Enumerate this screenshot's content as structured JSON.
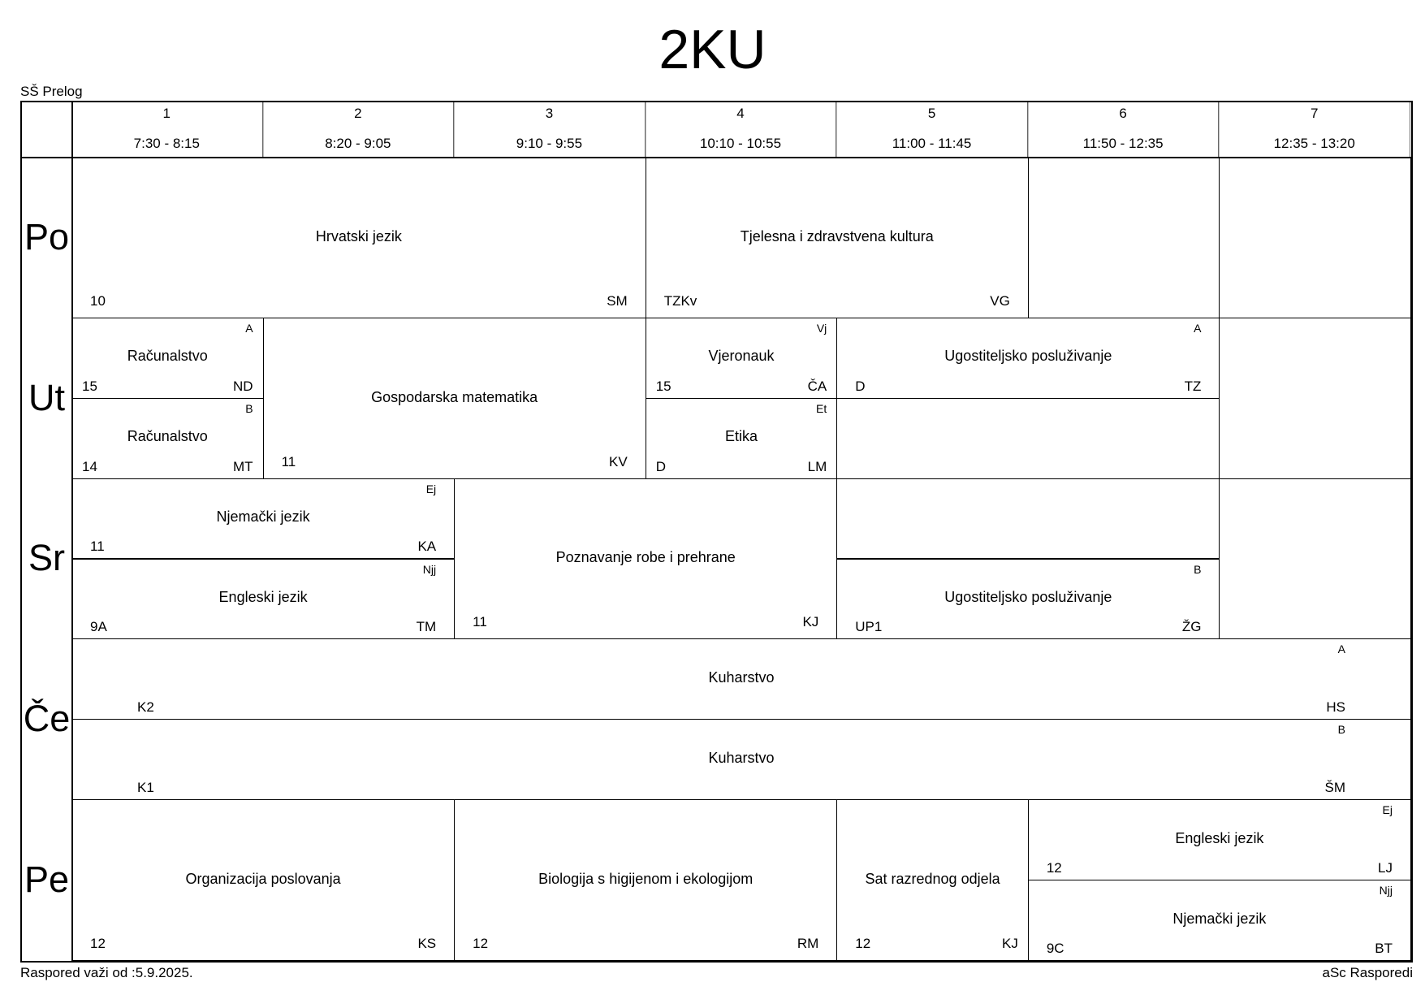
{
  "title": "2KU",
  "school": "SŠ Prelog",
  "footer_left": "Raspored važi od :5.9.2025.",
  "footer_right": "aSc Rasporedi",
  "periods": [
    {
      "num": "1",
      "time": "7:30 - 8:15"
    },
    {
      "num": "2",
      "time": "8:20 - 9:05"
    },
    {
      "num": "3",
      "time": "9:10 - 9:55"
    },
    {
      "num": "4",
      "time": "10:10 - 10:55"
    },
    {
      "num": "5",
      "time": "11:00 - 11:45"
    },
    {
      "num": "6",
      "time": "11:50 - 12:35"
    },
    {
      "num": "7",
      "time": "12:35 - 13:20"
    }
  ],
  "days": [
    "Po",
    "Ut",
    "Sr",
    "Če",
    "Pe"
  ],
  "lessons": [
    {
      "day": 0,
      "start": 1,
      "span": 3,
      "half": "full",
      "subject": "Hrvatski jezik",
      "room": "10",
      "teacher": "SM",
      "group": ""
    },
    {
      "day": 0,
      "start": 4,
      "span": 2,
      "half": "full",
      "subject": "Tjelesna i zdravstvena kultura",
      "room": "TZKv",
      "teacher": "VG",
      "group": ""
    },
    {
      "day": 0,
      "start": 6,
      "span": 1,
      "half": "full",
      "subject": "",
      "room": "",
      "teacher": "",
      "group": ""
    },
    {
      "day": 0,
      "start": 7,
      "span": 1,
      "half": "full",
      "subject": "",
      "room": "",
      "teacher": "",
      "group": ""
    },
    {
      "day": 1,
      "start": 1,
      "span": 1,
      "half": "top",
      "subject": "Računalstvo",
      "room": "15",
      "teacher": "ND",
      "group": "A"
    },
    {
      "day": 1,
      "start": 1,
      "span": 1,
      "half": "bottom",
      "subject": "Računalstvo",
      "room": "14",
      "teacher": "MT",
      "group": "B"
    },
    {
      "day": 1,
      "start": 2,
      "span": 2,
      "half": "full",
      "subject": "Gospodarska matematika",
      "room": "11",
      "teacher": "KV",
      "group": ""
    },
    {
      "day": 1,
      "start": 4,
      "span": 1,
      "half": "top",
      "subject": "Vjeronauk",
      "room": "15",
      "teacher": "ČA",
      "group": "Vj"
    },
    {
      "day": 1,
      "start": 4,
      "span": 1,
      "half": "bottom",
      "subject": "Etika",
      "room": "D",
      "teacher": "LM",
      "group": "Et"
    },
    {
      "day": 1,
      "start": 5,
      "span": 2,
      "half": "top",
      "subject": "Ugostiteljsko posluživanje",
      "room": "D",
      "teacher": "TZ",
      "group": "A"
    },
    {
      "day": 1,
      "start": 5,
      "span": 2,
      "half": "bottom",
      "subject": "",
      "room": "",
      "teacher": "",
      "group": ""
    },
    {
      "day": 1,
      "start": 7,
      "span": 1,
      "half": "full",
      "subject": "",
      "room": "",
      "teacher": "",
      "group": ""
    },
    {
      "day": 2,
      "start": 1,
      "span": 2,
      "half": "top",
      "subject": "Njemački jezik",
      "room": "11",
      "teacher": "KA",
      "group": "Ej"
    },
    {
      "day": 2,
      "start": 1,
      "span": 2,
      "half": "bottom",
      "subject": "Engleski jezik",
      "room": "9A",
      "teacher": "TM",
      "group": "Njj"
    },
    {
      "day": 2,
      "start": 3,
      "span": 2,
      "half": "full",
      "subject": "Poznavanje robe i prehrane",
      "room": "11",
      "teacher": "KJ",
      "group": ""
    },
    {
      "day": 2,
      "start": 5,
      "span": 2,
      "half": "top",
      "subject": "",
      "room": "",
      "teacher": "",
      "group": ""
    },
    {
      "day": 2,
      "start": 5,
      "span": 2,
      "half": "bottom",
      "subject": "Ugostiteljsko posluživanje",
      "room": "UP1",
      "teacher": "ŽG",
      "group": "B"
    },
    {
      "day": 2,
      "start": 7,
      "span": 1,
      "half": "full",
      "subject": "",
      "room": "",
      "teacher": "",
      "group": ""
    },
    {
      "day": 3,
      "start": 1,
      "span": 7,
      "half": "top",
      "subject": "Kuharstvo",
      "room": "K2",
      "teacher": "HS",
      "group": "A"
    },
    {
      "day": 3,
      "start": 1,
      "span": 7,
      "half": "bottom",
      "subject": "Kuharstvo",
      "room": "K1",
      "teacher": "ŠM",
      "group": "B"
    },
    {
      "day": 4,
      "start": 1,
      "span": 2,
      "half": "full",
      "subject": "Organizacija poslovanja",
      "room": "12",
      "teacher": "KS",
      "group": ""
    },
    {
      "day": 4,
      "start": 3,
      "span": 2,
      "half": "full",
      "subject": "Biologija s higijenom i ekologijom",
      "room": "12",
      "teacher": "RM",
      "group": ""
    },
    {
      "day": 4,
      "start": 5,
      "span": 1,
      "half": "full",
      "subject": "Sat razrednog odjela",
      "room": "12",
      "teacher": "KJ",
      "group": ""
    },
    {
      "day": 4,
      "start": 6,
      "span": 2,
      "half": "top",
      "subject": "Engleski jezik",
      "room": "12",
      "teacher": "LJ",
      "group": "Ej"
    },
    {
      "day": 4,
      "start": 6,
      "span": 2,
      "half": "bottom",
      "subject": "Njemački jezik",
      "room": "9C",
      "teacher": "BT",
      "group": "Njj"
    }
  ]
}
